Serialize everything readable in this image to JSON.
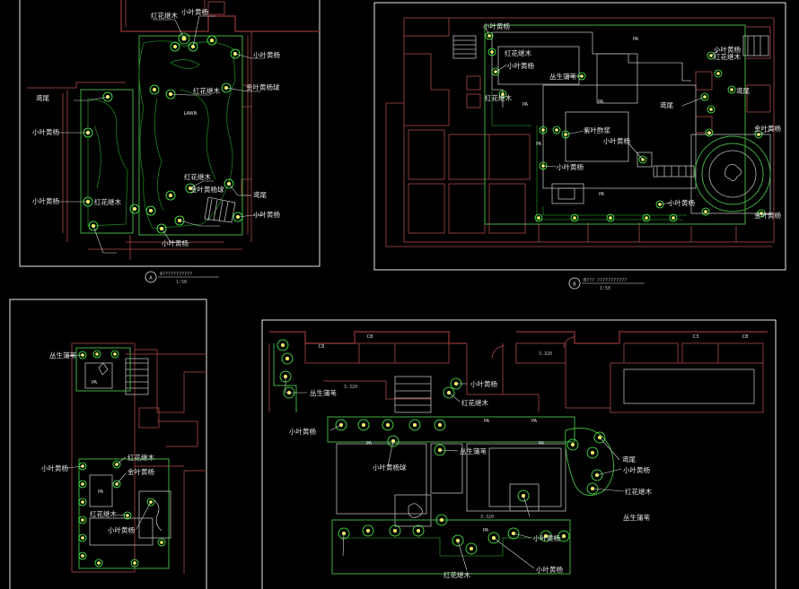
{
  "drawing": {
    "background": "#000000",
    "colors": {
      "frame": "#e8e8e8",
      "building": "#8a3a3a",
      "planting": "#3fae3f",
      "plant_symbol": "#f4ff6a",
      "text": "#e6e6e6"
    }
  },
  "plan_a": {
    "markers": {
      "a": "A"
    },
    "title": "A???????????",
    "scale": "1:50",
    "labels": {
      "l1": "红花继木",
      "l2": "小叶黄杨",
      "l3": "小叶黄杨",
      "l4": "红花继木",
      "l5": "金叶黄杨球",
      "l6": "鸢尾",
      "l7": "小叶黄杨",
      "l8": "红花继木",
      "l9": "金叶黄杨球",
      "l10": "红花继木",
      "l11": "鸢尾",
      "l12": "小叶黄杨",
      "l13": "小叶黄杨",
      "l14": "小叶黄杨"
    },
    "tags": {
      "lawn": "LAWN"
    }
  },
  "plan_b": {
    "markers": {
      "b": "B"
    },
    "title": "B??? ???????????",
    "scale": "1:50",
    "labels": {
      "l1": "小叶黄杨",
      "l2": "红花继木",
      "l3": "丛生蒲苇",
      "l4": "小叶黄杨",
      "l5": "红花继木",
      "l6": "小叶黄杨",
      "l7": "鸢尾",
      "l8": "红花继木",
      "l9": "紫叶酢浆",
      "l10": "小叶黄杨",
      "l11": "鸢尾",
      "l12": "小叶黄杨",
      "l13": "小叶黄杨",
      "l14": "金叶黄杨",
      "l15": "金叶黄杨"
    },
    "tags": {
      "pa1": "PA",
      "pa2": "PA",
      "pa3": "PA",
      "pa4": "PA",
      "pa5": "PA"
    }
  },
  "plan_c": {
    "labels": {
      "l1": "丛生蒲苇",
      "l2": "红花继木",
      "l3": "金叶黄杨",
      "l4": "小叶黄杨",
      "l5": "红花继木",
      "l6": "小叶黄杨"
    },
    "tags": {
      "pa1": "PA",
      "pa2": "PA"
    }
  },
  "plan_d": {
    "labels": {
      "l1": "丛生蒲苇",
      "l2": "小叶黄杨",
      "l3": "红花继木",
      "l4": "小叶黄杨",
      "l5": "丛生蒲苇",
      "l6": "小叶黄杨球",
      "l7": "鸢尾",
      "l8": "小叶黄杨",
      "l9": "红花继木",
      "l10": "丛生蒲苇",
      "l11": "小叶黄杨",
      "l12": "红花继木",
      "l13": "小叶黄杨"
    },
    "tags": {
      "c1": "C8",
      "c2": "C8",
      "c3": "C3",
      "c4": "C8",
      "pa1": "PA",
      "pa2": "PA",
      "pa3": "PA",
      "pa4": "PA",
      "pa5": "PA",
      "lv1": "3.320",
      "lv2": "3.320",
      "lv3": "3.320"
    }
  }
}
